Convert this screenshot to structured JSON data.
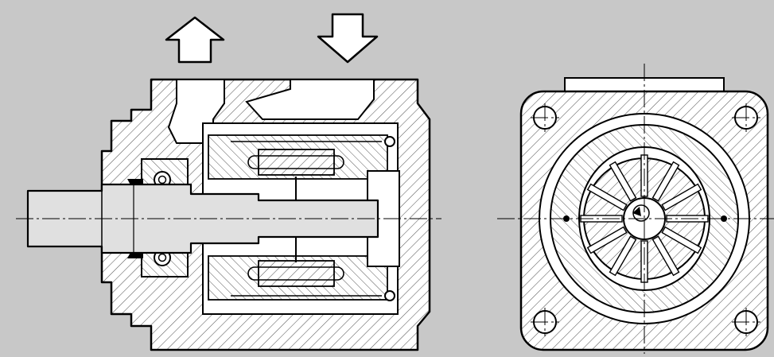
{
  "diagram": {
    "subject": "vane-pump-cross-section",
    "views": [
      {
        "name": "side-section-view"
      },
      {
        "name": "end-section-view"
      }
    ],
    "flow_arrows": [
      {
        "direction": "up",
        "meaning": "outlet"
      },
      {
        "direction": "down",
        "meaning": "inlet"
      }
    ],
    "vane_count": 12,
    "colors": {
      "background": "#c8c8c8",
      "body_fill": "#ffffff",
      "hatch": "#5a5a5a",
      "stroke": "#000000",
      "shaft_fill": "#e0e0e0"
    }
  }
}
